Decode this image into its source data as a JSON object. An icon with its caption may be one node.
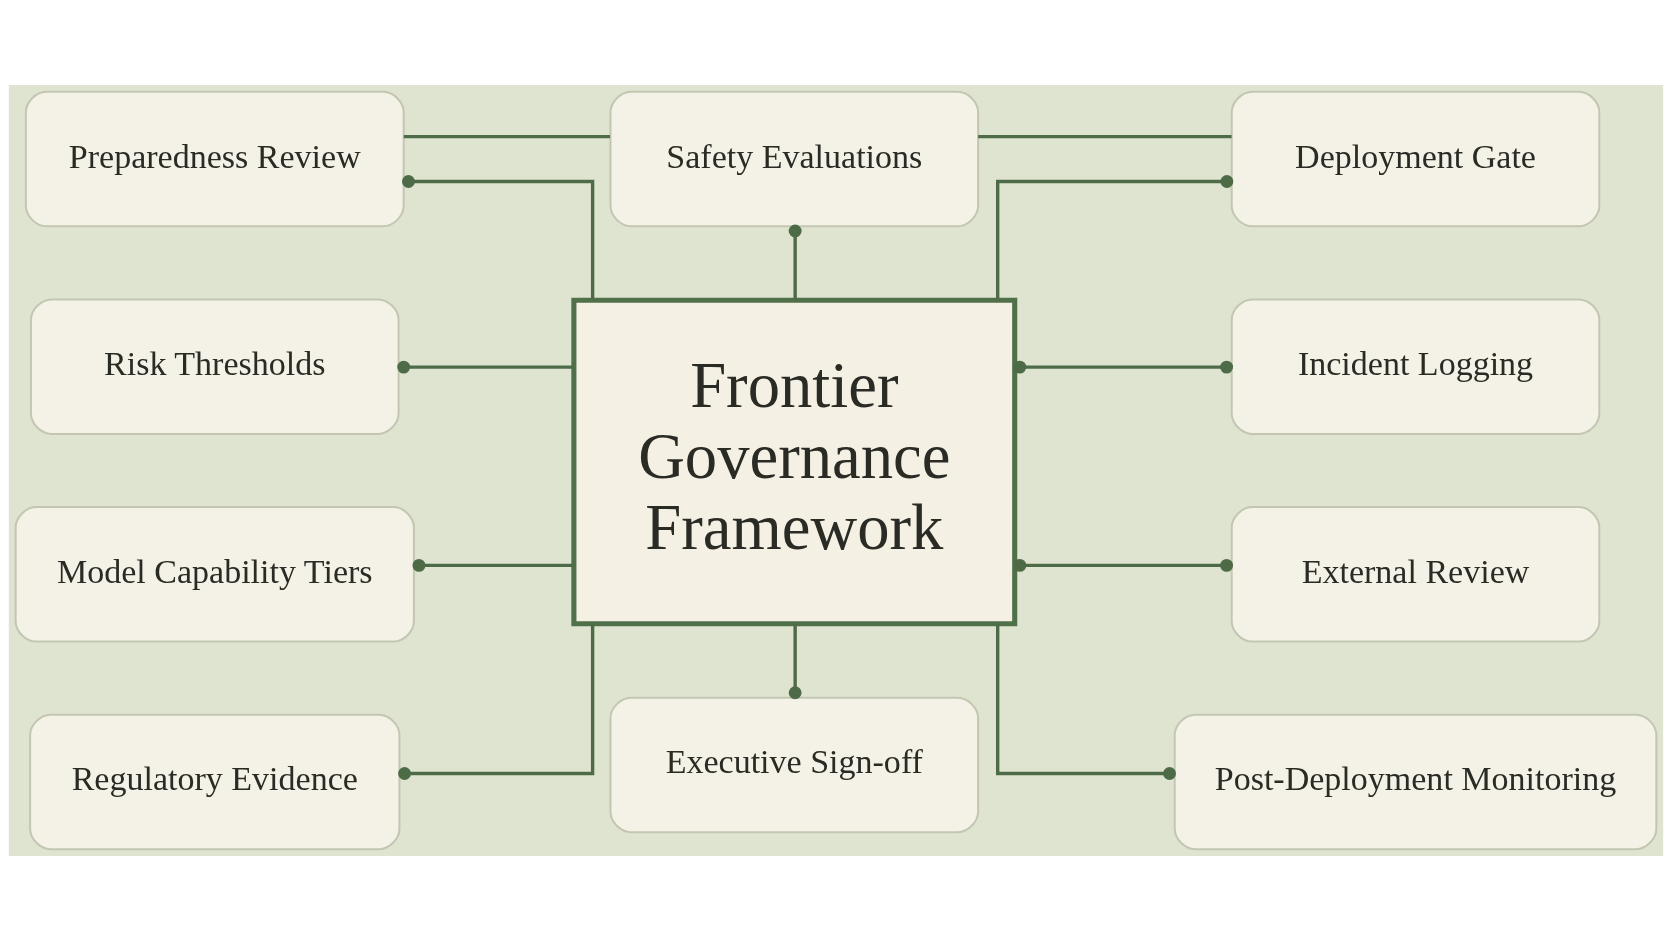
{
  "diagram": {
    "nodes": [
      {
        "text": [
          "Preparedness Review"
        ]
      },
      {
        "text": [
          "Safety Evaluations"
        ]
      },
      {
        "text": [
          "Deployment Gate"
        ]
      },
      {
        "text": [
          "Risk Thresholds"
        ]
      },
      {
        "text": [
          "Frontier Governance Framework"
        ]
      },
      {
        "text": [
          "Incident Logging"
        ]
      },
      {
        "text": [
          "Model Capability Tiers"
        ]
      },
      {
        "text": [
          "External Review"
        ]
      },
      {
        "text": [
          "Regulatory Evidence"
        ]
      },
      {
        "text": [
          "Executive Sign-off"
        ]
      },
      {
        "text": [
          "Post-Deployment Monitoring"
        ]
      }
    ],
    "edges": [
      {
        "from": 0,
        "to": 1,
        "arrow": "none"
      },
      {
        "from": 1,
        "to": 2,
        "arrow": "none"
      },
      {
        "from": 0,
        "to": 4,
        "arrow": "other"
      },
      {
        "from": 1,
        "to": 4,
        "arrow": "other"
      },
      {
        "from": 4,
        "to": 2,
        "arrow": "other"
      },
      {
        "from": 3,
        "to": 4,
        "arrow": "other"
      },
      {
        "from": 4,
        "to": 5,
        "arrow": "other"
      },
      {
        "from": 6,
        "to": 4,
        "arrow": "other"
      },
      {
        "from": 4,
        "to": 7,
        "arrow": "other"
      },
      {
        "from": 8,
        "to": 4,
        "arrow": "other"
      },
      {
        "from": 4,
        "to": 9,
        "arrow": "other"
      },
      {
        "from": 4,
        "to": 10,
        "arrow": "other"
      }
    ]
  }
}
